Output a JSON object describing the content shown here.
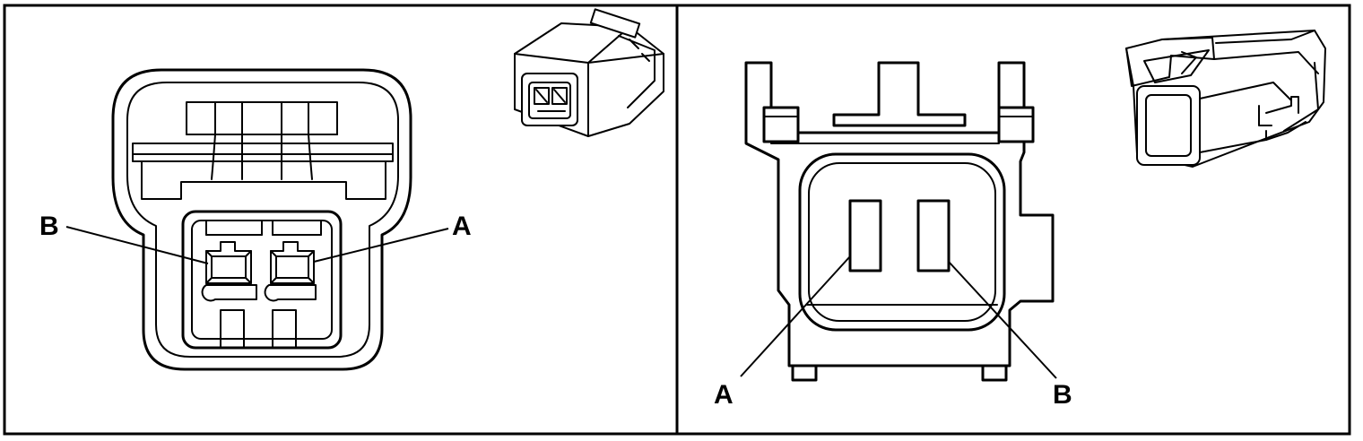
{
  "left_connector": {
    "pin_labels": {
      "b": "B",
      "a": "A"
    }
  },
  "right_connector": {
    "pin_labels": {
      "a": "A",
      "b": "B"
    }
  },
  "colors": {
    "line": "#000000",
    "background": "#ffffff"
  }
}
